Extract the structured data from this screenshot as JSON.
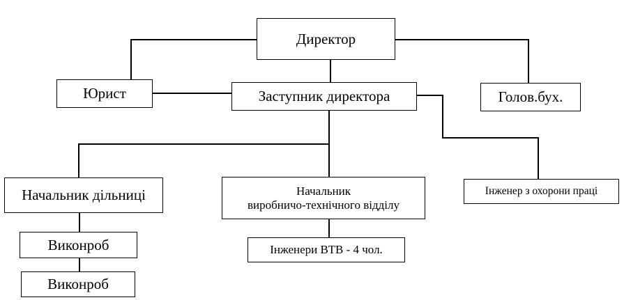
{
  "org_chart": {
    "director": "Директор",
    "lawyer": "Юрист",
    "deputy_director": "Заступник директора",
    "chief_accountant": "Голов.бух.",
    "section_head": "Начальник дільниці",
    "pto_head": {
      "line1": "Начальник",
      "line2": "виробничо-технічного відділу"
    },
    "safety_engineer": "Інженер з охорони праці",
    "vtv_engineers": "Інженери ВТВ - 4 чол.",
    "performers": [
      "Виконроб",
      "Виконроб"
    ]
  },
  "colors": {
    "line": "#000000",
    "box_border": "#000000",
    "background": "#ffffff"
  }
}
